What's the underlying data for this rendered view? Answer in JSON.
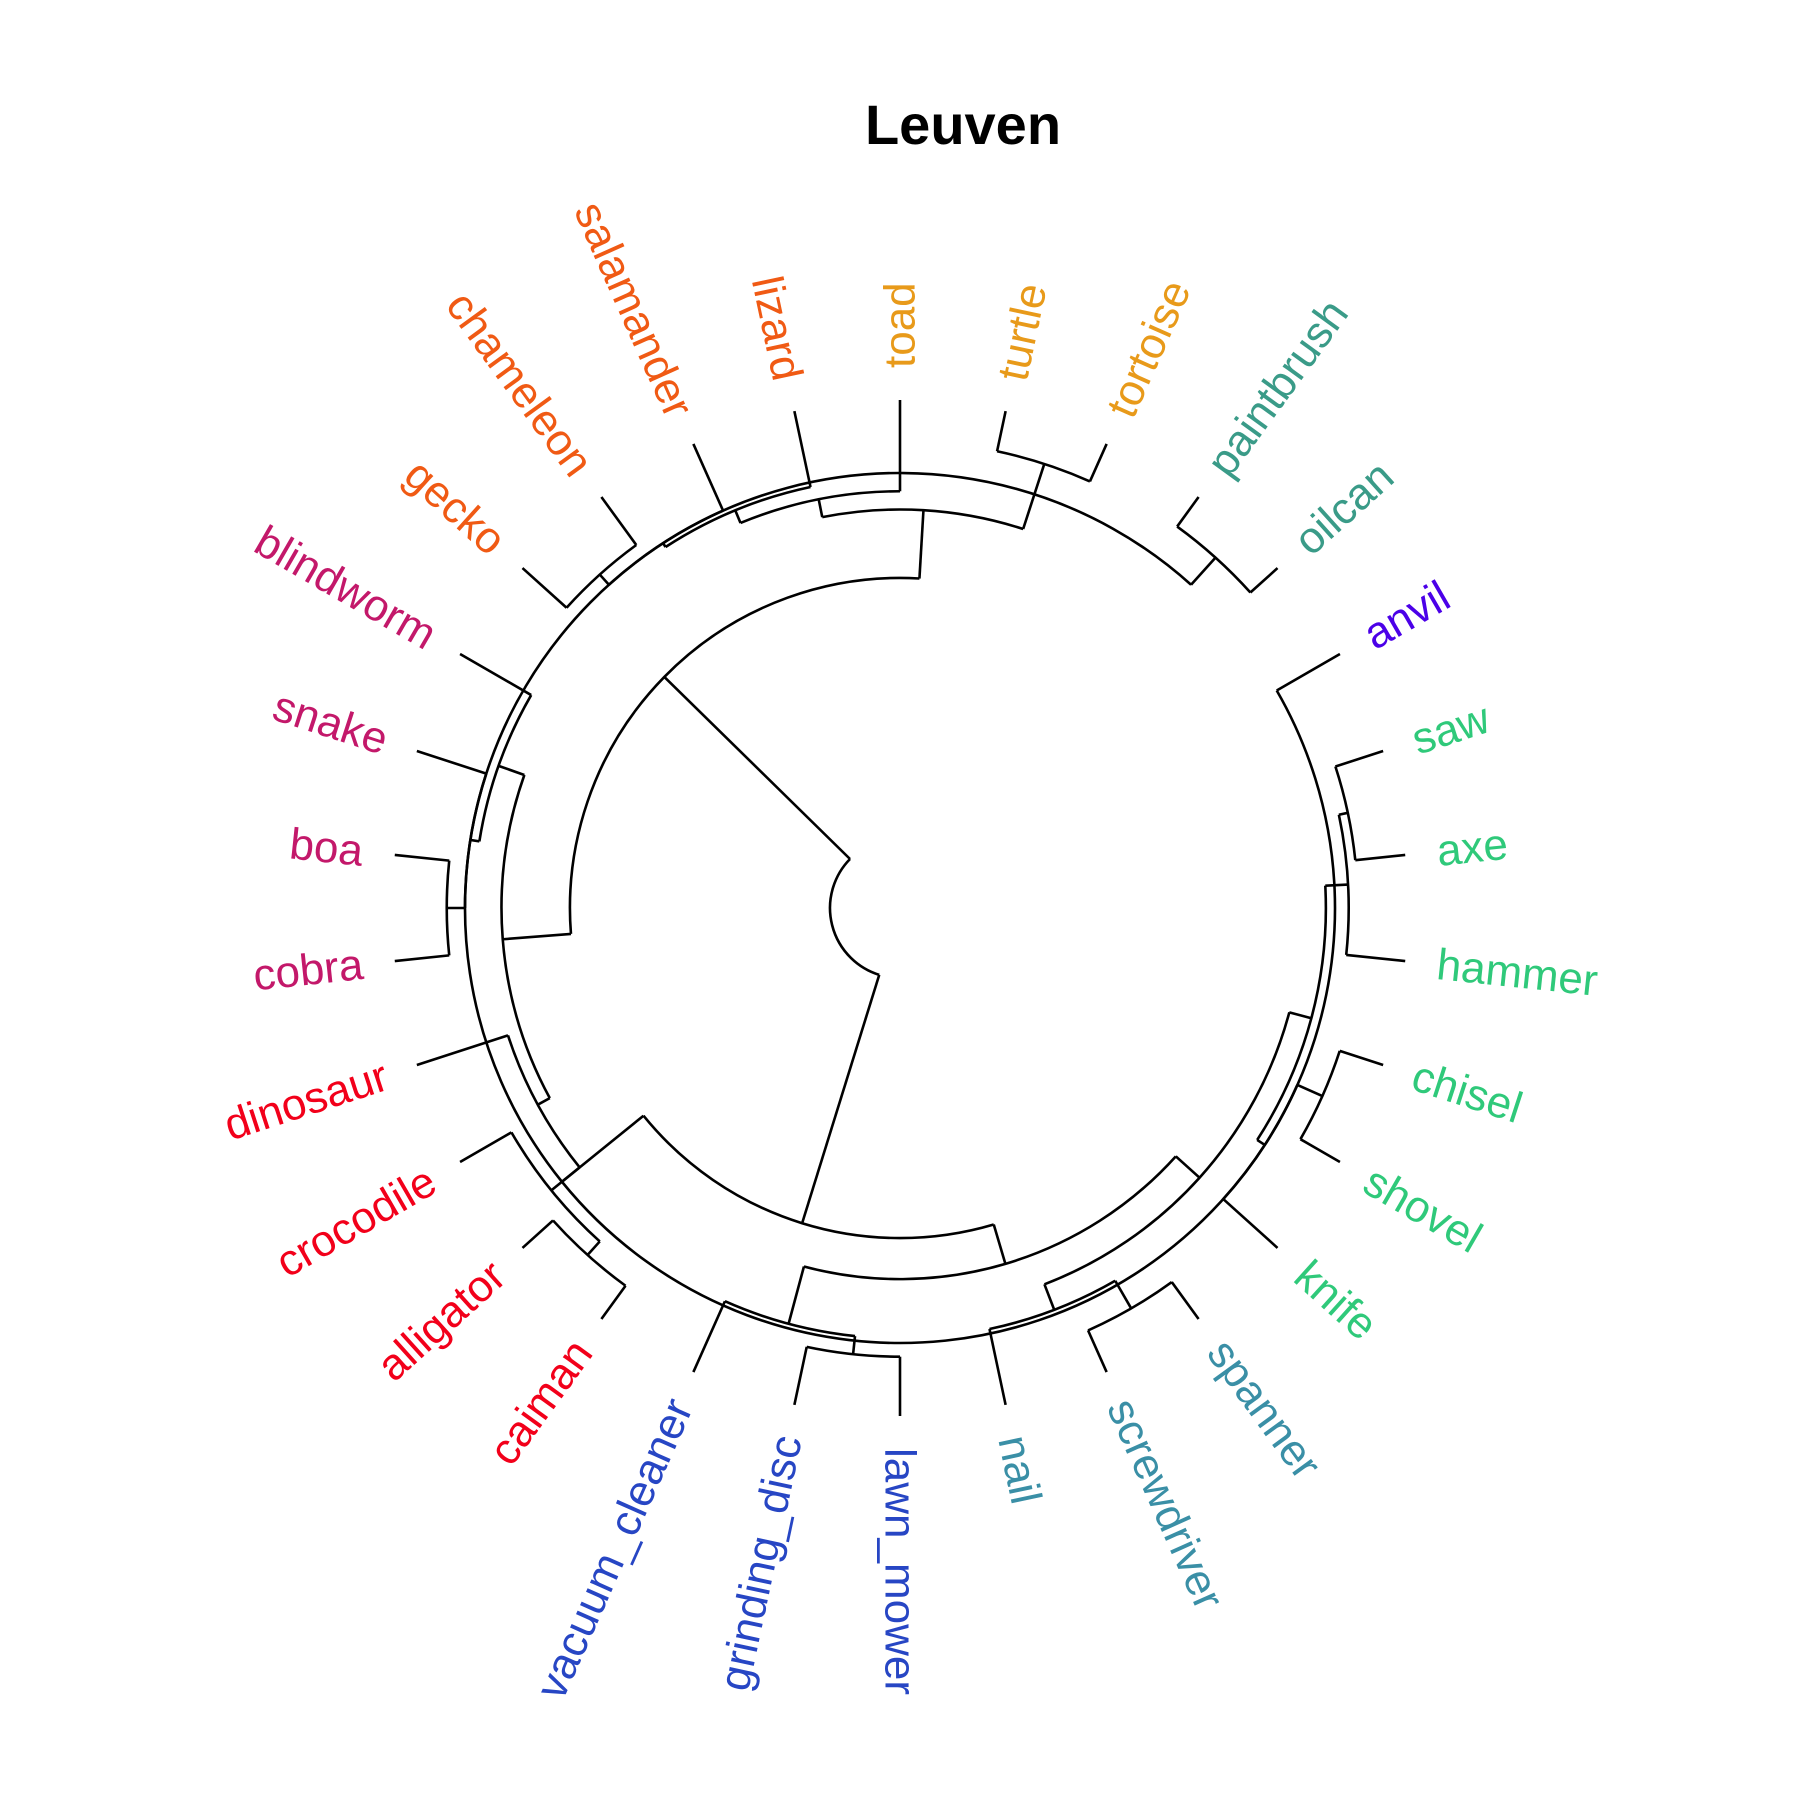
{
  "chart_data": {
    "type": "circular-dendrogram",
    "title": "Leuven",
    "leaves": [
      {
        "id": "anvil",
        "label": "anvil",
        "color": "#4B00E8"
      },
      {
        "id": "saw",
        "label": "saw",
        "color": "#2FC97A"
      },
      {
        "id": "axe",
        "label": "axe",
        "color": "#2FC97A"
      },
      {
        "id": "hammer",
        "label": "hammer",
        "color": "#2FC97A"
      },
      {
        "id": "chisel",
        "label": "chisel",
        "color": "#2FC97A"
      },
      {
        "id": "shovel",
        "label": "shovel",
        "color": "#2FC97A"
      },
      {
        "id": "knife",
        "label": "knife",
        "color": "#2FC97A"
      },
      {
        "id": "spanner",
        "label": "spanner",
        "color": "#3A8FA6"
      },
      {
        "id": "screwdriver",
        "label": "screwdriver",
        "color": "#3A8FA6"
      },
      {
        "id": "nail",
        "label": "nail",
        "color": "#3A8FA6"
      },
      {
        "id": "lawn_mower",
        "label": "lawn_mower",
        "color": "#2746C4"
      },
      {
        "id": "grinding_disc",
        "label": "grinding_disc",
        "color": "#2746C4"
      },
      {
        "id": "vacuum_cleaner",
        "label": "vacuum_cleaner",
        "color": "#2746C4"
      },
      {
        "id": "caiman",
        "label": "caiman",
        "color": "#F2001A"
      },
      {
        "id": "alligator",
        "label": "alligator",
        "color": "#F2001A"
      },
      {
        "id": "crocodile",
        "label": "crocodile",
        "color": "#F2001A"
      },
      {
        "id": "dinosaur",
        "label": "dinosaur",
        "color": "#F2001A"
      },
      {
        "id": "cobra",
        "label": "cobra",
        "color": "#C3186A"
      },
      {
        "id": "boa",
        "label": "boa",
        "color": "#C3186A"
      },
      {
        "id": "snake",
        "label": "snake",
        "color": "#C3186A"
      },
      {
        "id": "blindworm",
        "label": "blindworm",
        "color": "#C3186A"
      },
      {
        "id": "gecko",
        "label": "gecko",
        "color": "#F05A14"
      },
      {
        "id": "chameleon",
        "label": "chameleon",
        "color": "#F05A14"
      },
      {
        "id": "salamander",
        "label": "salamander",
        "color": "#F05A14"
      },
      {
        "id": "lizard",
        "label": "lizard",
        "color": "#F05A14"
      },
      {
        "id": "toad",
        "label": "toad",
        "color": "#E89A1A"
      },
      {
        "id": "turtle",
        "label": "turtle",
        "color": "#E89A1A"
      },
      {
        "id": "tortoise",
        "label": "tortoise",
        "color": "#E89A1A"
      },
      {
        "id": "paintbrush",
        "label": "paintbrush",
        "color": "#3A9B88"
      },
      {
        "id": "oilcan",
        "label": "oilcan",
        "color": "#3A9B88"
      }
    ],
    "merges": [
      {
        "id": "n_saw_axe",
        "children": [
          "saw",
          "axe"
        ],
        "height": 0.11
      },
      {
        "id": "n_chisel_shovel",
        "children": [
          "chisel",
          "shovel"
        ],
        "height": 0.1
      },
      {
        "id": "n_sah",
        "children": [
          "n_saw_axe",
          "hammer"
        ],
        "height": 0.13
      },
      {
        "id": "n_csk",
        "children": [
          "n_chisel_shovel",
          "knife"
        ],
        "height": 0.16
      },
      {
        "id": "n_cutting",
        "children": [
          "n_sah",
          "n_csk"
        ],
        "height": 0.18
      },
      {
        "id": "n_spanner_screwdriver",
        "children": [
          "spanner",
          "screwdriver"
        ],
        "height": 0.1
      },
      {
        "id": "n_ssn",
        "children": [
          "n_spanner_screwdriver",
          "nail"
        ],
        "height": 0.17
      },
      {
        "id": "n_handtools",
        "children": [
          "n_cutting",
          "n_ssn"
        ],
        "height": 0.23
      },
      {
        "id": "n_lawn_grind",
        "children": [
          "lawn_mower",
          "grinding_disc"
        ],
        "height": 0.13
      },
      {
        "id": "n_machines",
        "children": [
          "n_lawn_grind",
          "vacuum_cleaner"
        ],
        "height": 0.17
      },
      {
        "id": "n_hand_machines",
        "children": [
          "n_handtools",
          "n_machines"
        ],
        "height": 0.3
      },
      {
        "id": "n_paint_oil",
        "children": [
          "paintbrush",
          "oilcan"
        ],
        "height": 0.08
      },
      {
        "id": "n_anvil_paint",
        "children": [
          "anvil",
          "n_paint_oil"
        ],
        "height": 0.16
      },
      {
        "id": "n_tools",
        "children": [
          "n_hand_machines",
          "n_anvil_paint"
        ],
        "height": 0.39
      },
      {
        "id": "n_caiman_alligator",
        "children": [
          "caiman",
          "alligator"
        ],
        "height": 0.09
      },
      {
        "id": "n_cac",
        "children": [
          "n_caiman_alligator",
          "crocodile"
        ],
        "height": 0.13
      },
      {
        "id": "n_croc",
        "children": [
          "n_cac",
          "dinosaur"
        ],
        "height": 0.21
      },
      {
        "id": "n_cobra_boa",
        "children": [
          "cobra",
          "boa"
        ],
        "height": 0.12
      },
      {
        "id": "n_cbs",
        "children": [
          "n_cobra_boa",
          "snake"
        ],
        "height": 0.16
      },
      {
        "id": "n_serpents",
        "children": [
          "n_cbs",
          "blindworm"
        ],
        "height": 0.18
      },
      {
        "id": "n_croc_serp",
        "children": [
          "n_croc",
          "n_serpents"
        ],
        "height": 0.24
      },
      {
        "id": "n_gecko_cham",
        "children": [
          "gecko",
          "chameleon"
        ],
        "height": 0.13
      },
      {
        "id": "n_gcs",
        "children": [
          "n_gecko_cham",
          "salamander"
        ],
        "height": 0.16
      },
      {
        "id": "n_lizards",
        "children": [
          "n_gcs",
          "lizard"
        ],
        "height": 0.17
      },
      {
        "id": "n_liz_toad",
        "children": [
          "n_lizards",
          "toad"
        ],
        "height": 0.2
      },
      {
        "id": "n_turtle_tortoise",
        "children": [
          "turtle",
          "tortoise"
        ],
        "height": 0.09
      },
      {
        "id": "n_amph",
        "children": [
          "n_liz_toad",
          "n_turtle_tortoise"
        ],
        "height": 0.24
      },
      {
        "id": "n_animals",
        "children": [
          "n_croc_serp",
          "n_amph"
        ],
        "height": 0.39
      },
      {
        "id": "root",
        "children": [
          "n_tools",
          "n_animals"
        ],
        "height": 0.96
      }
    ]
  }
}
